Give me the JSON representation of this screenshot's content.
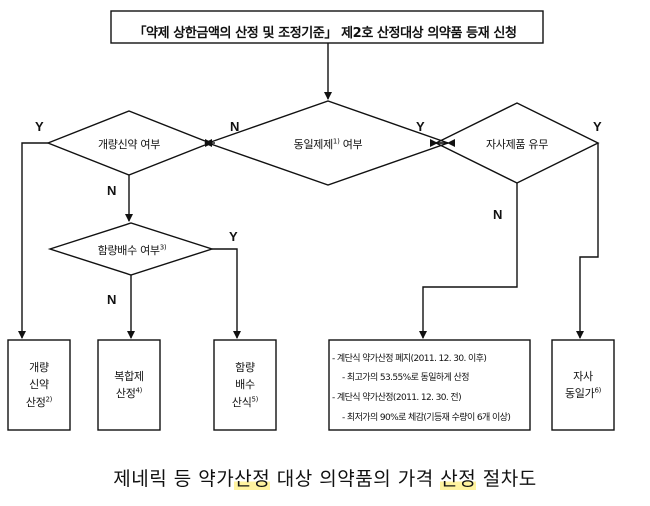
{
  "top_box": {
    "text": "「약제 상한금액의 산정 및 조정기준」 제2호 산정대상 의약품 등재 신청"
  },
  "decisions": {
    "same_product": {
      "label": "동일제제",
      "sup": "1)",
      "suffix": " 여부"
    },
    "modified_new_drug": {
      "label": "개량신약 여부"
    },
    "own_product": {
      "label": "자사제품 유무"
    },
    "dose_multiple": {
      "label": "함량배수 여부",
      "sup": "3)"
    }
  },
  "branch_labels": {
    "y_top_left": "Y",
    "n_same_to_left": "N",
    "y_same_to_right": "Y",
    "y_top_right": "Y",
    "n_modified": "N",
    "y_dose": "Y",
    "n_dose": "N",
    "n_own": "N"
  },
  "outcomes": {
    "modified": {
      "line1": "개량",
      "line2": "신약",
      "line3": "산정",
      "sup": "2)"
    },
    "combination": {
      "line1": "복합제",
      "line2": "산정",
      "sup": "4)"
    },
    "dose_multiple": {
      "line1": "함량",
      "line2": "배수",
      "line3": "산식",
      "sup": "5)"
    },
    "generic_rules": [
      "- 계단식 약가산정 폐지(2011. 12. 30. 이후)",
      "- 최고가의 53.55%로 동일하게 산정",
      "- 계단식 약가산정(2011. 12. 30. 전)",
      "- 최저가의 90%로 체감(기등재 수량이 6개 이상)"
    ],
    "own_same_price": {
      "line1": "자사",
      "line2": "동일가",
      "sup": "6)"
    }
  },
  "caption": {
    "before": "제네릭 등 약가",
    "hl1": "산정",
    "middle": " 대상 의약품의 가격 ",
    "hl2": "산정",
    "after": " 절차도"
  }
}
